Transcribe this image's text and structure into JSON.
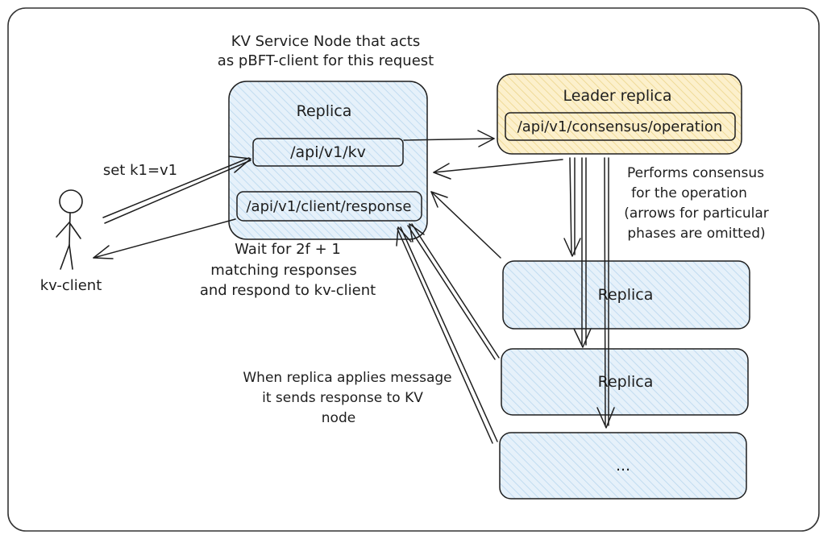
{
  "labels": {
    "node_caption_1": "KV Service Node that acts",
    "node_caption_2": "as pBFT-client for this request",
    "replica_title": "Replica",
    "endpoint_kv": "/api/v1/kv",
    "endpoint_response": "/api/v1/client/response",
    "set_label": "set k1=v1",
    "client_name": "kv-client",
    "wait_1": "Wait for 2f + 1",
    "wait_2": "matching responses",
    "wait_3": "and respond to kv-client",
    "leader_title": "Leader replica",
    "endpoint_consensus": "/api/v1/consensus/operation",
    "consensus_1": "Performs consensus",
    "consensus_2": "for the operation",
    "consensus_3": "(arrows for particular",
    "consensus_4": "phases are omitted)",
    "replica_2": "Replica",
    "replica_3": "Replica",
    "replica_more": "...",
    "apply_1": "When replica applies message",
    "apply_2": "it sends response to KV",
    "apply_3": "node"
  },
  "colors": {
    "stroke": "#1e1e1e",
    "replica_fill": "#e3eff9",
    "leader_fill": "#fbeec5",
    "frame": "#333333"
  }
}
